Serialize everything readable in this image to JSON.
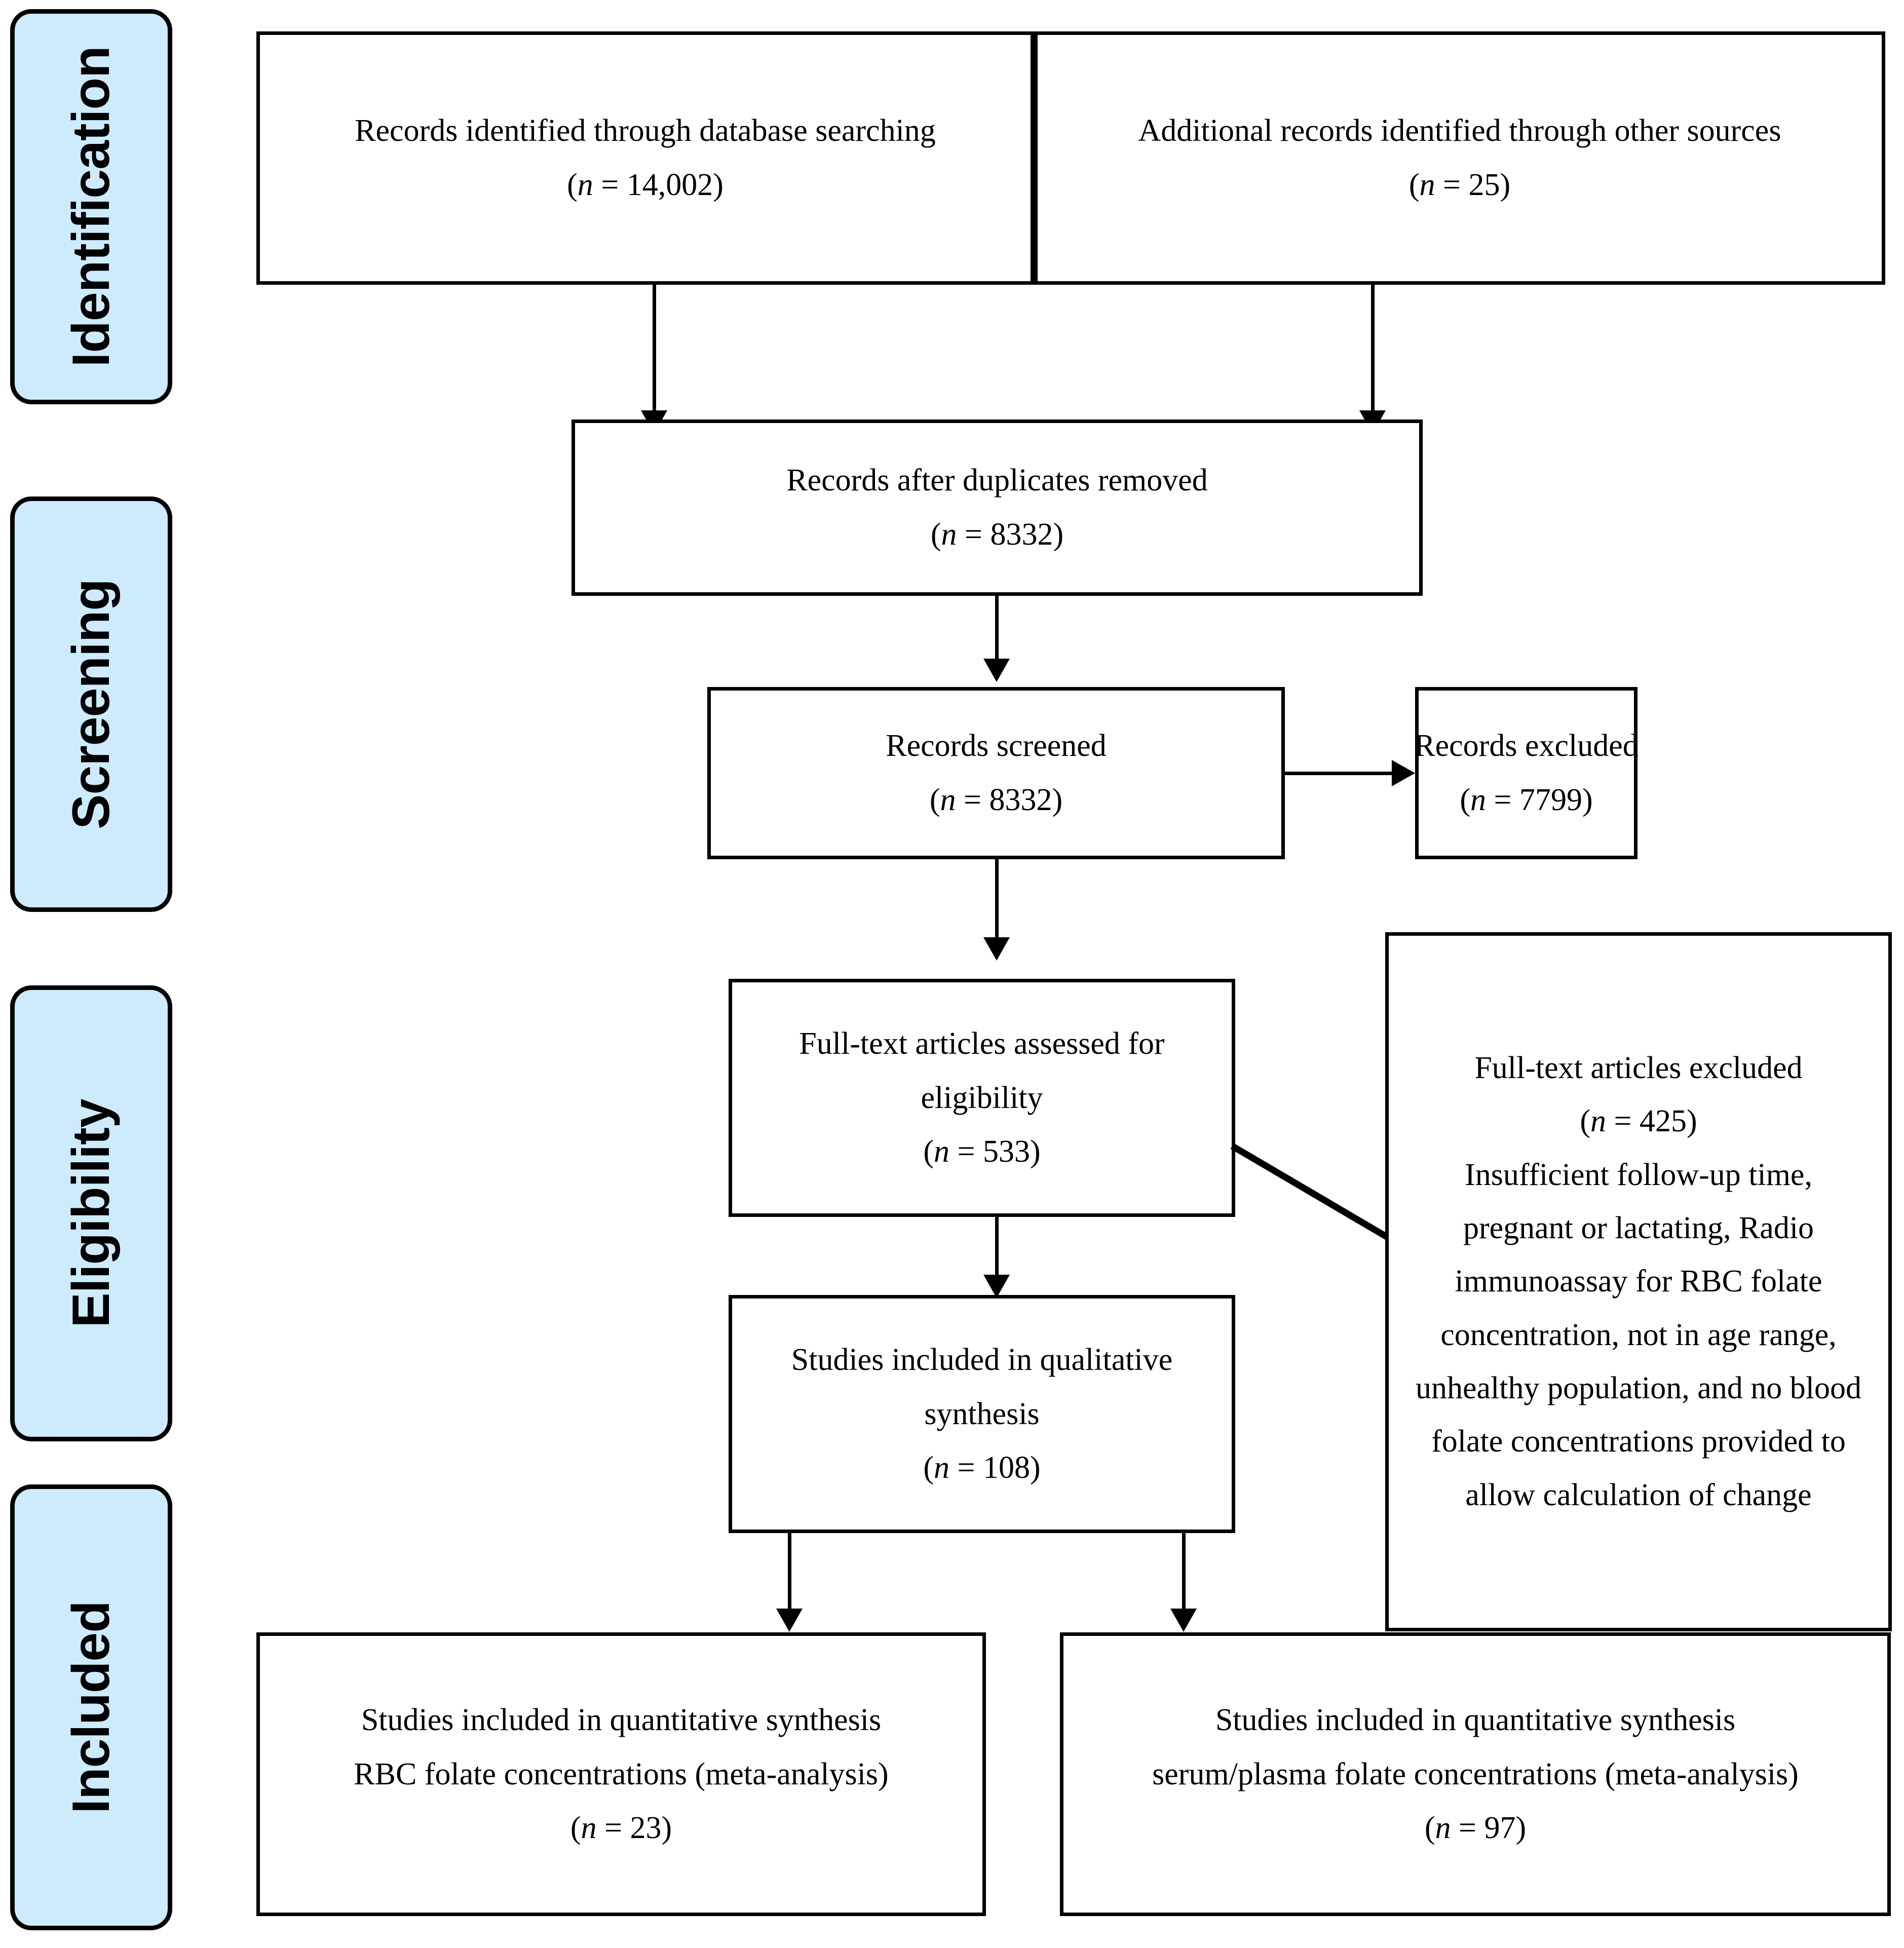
{
  "diagram": {
    "type": "prisma-flow-diagram",
    "accent_color": "#cdebfd",
    "border_color": "#000000",
    "background_color": "#ffffff"
  },
  "stages": [
    {
      "label": "Identification"
    },
    {
      "label": "Screening"
    },
    {
      "label": "Eligibility"
    },
    {
      "label": "Included"
    }
  ],
  "boxes": {
    "database_search": {
      "line1": "Records identified through database searching",
      "count_prefix": "(",
      "count_n": "n",
      "count_eq": " = ",
      "count_value": "14,002",
      "count_suffix": ")"
    },
    "other_sources": {
      "line1": "Additional records identified through other sources",
      "count_prefix": "(",
      "count_n": "n",
      "count_eq": " = ",
      "count_value": "25",
      "count_suffix": ")"
    },
    "duplicates_removed": {
      "line1": "Records after duplicates removed",
      "count_prefix": "(",
      "count_n": "n",
      "count_eq": " = ",
      "count_value": "8332",
      "count_suffix": ")"
    },
    "records_screened": {
      "line1": "Records screened",
      "count_prefix": "(",
      "count_n": "n",
      "count_eq": " = ",
      "count_value": "8332",
      "count_suffix": ")"
    },
    "records_excluded": {
      "line1": "Records excluded",
      "count_prefix": "(",
      "count_n": "n",
      "count_eq": " = ",
      "count_value": "7799",
      "count_suffix": ")"
    },
    "fulltext_assessed": {
      "line1": "Full-text articles assessed for",
      "line2": "eligibility",
      "count_prefix": "(",
      "count_n": "n",
      "count_eq": " = ",
      "count_value": "533",
      "count_suffix": ")"
    },
    "fulltext_excluded": {
      "line1": "Full-text articles excluded",
      "count_prefix": "(",
      "count_n": "n",
      "count_eq": " = ",
      "count_value": "425",
      "count_suffix": ")",
      "reasons": "Insufficient follow-up time, pregnant or lactating, Radio immunoassay for RBC folate concentration, not in age range, unhealthy population, and no blood folate concentrations provided to allow calculation of change"
    },
    "qualitative_synthesis": {
      "line1": "Studies included in qualitative",
      "line2": "synthesis",
      "count_prefix": "(",
      "count_n": "n",
      "count_eq": " = ",
      "count_value": "108",
      "count_suffix": ")"
    },
    "quant_rbc": {
      "line1": "Studies included in quantitative synthesis",
      "line2": "RBC folate concentrations (meta-analysis)",
      "count_prefix": "(",
      "count_n": "n",
      "count_eq": " = ",
      "count_value": "23",
      "count_suffix": ")"
    },
    "quant_serum": {
      "line1": "Studies included in quantitative synthesis",
      "line2": "serum/plasma folate concentrations (meta-analysis)",
      "count_prefix": "(",
      "count_n": "n",
      "count_eq": " = ",
      "count_value": "97",
      "count_suffix": ")"
    }
  }
}
